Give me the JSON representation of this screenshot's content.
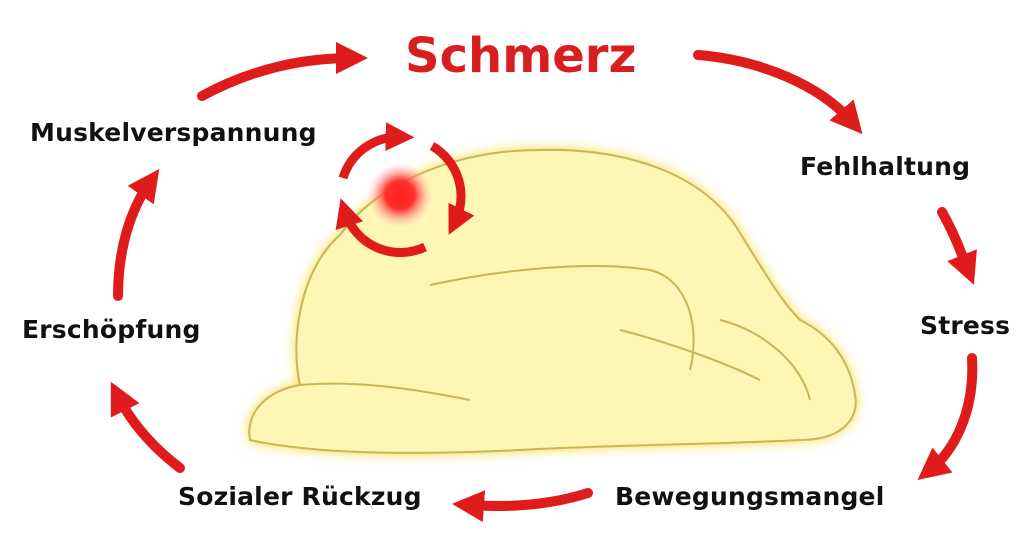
{
  "title": "Schmerz",
  "cycle": [
    "Fehlhaltung",
    "Stress",
    "Bewegungsmangel",
    "Sozialer Rückzug",
    "Erschöpfung",
    "Muskelverspannung"
  ],
  "colors": {
    "arrow": "#e01b1b",
    "title": "#d81e1e",
    "figure_fill": "#fdf6b4",
    "figure_glow": "#f7d51c",
    "pain_point": "#ff1a1a"
  }
}
